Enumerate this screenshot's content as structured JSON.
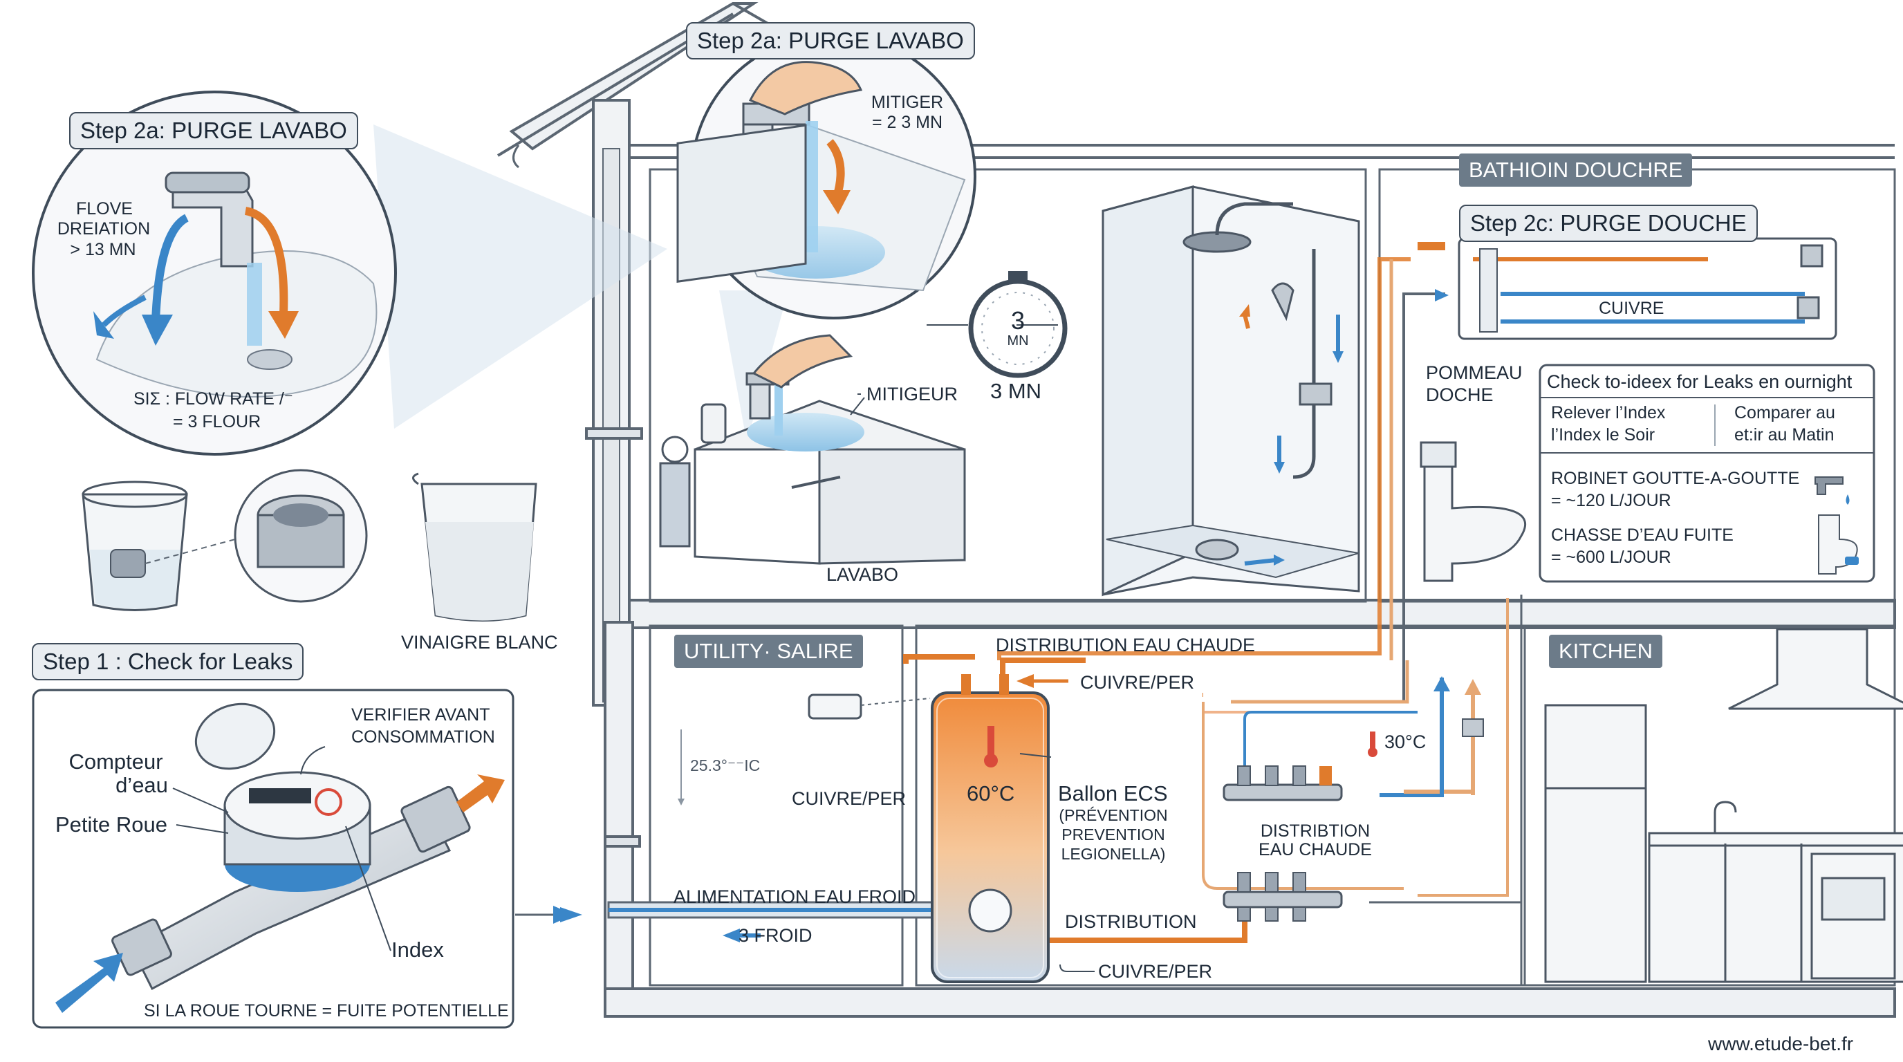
{
  "steps": {
    "step2a_left": "Step 2a: PURGE LAVABO",
    "step2a_top": "Step 2a: PURGE LAVABO",
    "step1": "Step 1 : Check for Leaks",
    "step2c": "Step 2c: PURGE DOUCHE"
  },
  "left_circle": {
    "flow_line1": "FLOVE",
    "flow_line2": "DREIATION",
    "flow_line3": "> 13 MN",
    "rate_line1": "SIƩ : FLOW RATE /⁻",
    "rate_line2": "= 3 FLOUR"
  },
  "top_circle": {
    "mitiger_line1": "MITIGER",
    "mitiger_line2": "= 2 3 MN"
  },
  "vinaigre": "VINAIGRE BLANC",
  "meter": {
    "verifier_line1": "VERIFIER AVANT",
    "verifier_line2": "CONSOMMATION",
    "compteur_line1": "Compteur",
    "compteur_line2": "d’eau",
    "petite_roue": "Petite Roue",
    "index": "Index",
    "footer": "SI LA ROUE TOURNE = FUITE POTENTIELLE"
  },
  "bathroom": {
    "timer_number": "3",
    "timer_unit": "MN",
    "timer_caption": "3 MN",
    "mitigeur": "MITIGEUR",
    "lavabo": "LAVABO",
    "room_tag": "BATHIOIN DOUCHRE",
    "cuivre": "CUIVRE",
    "pommeau_line1": "POMMEAU",
    "pommeau_line2": "DOCHE"
  },
  "leak_box": {
    "title": "Check to-ideex for Leaks en ournight",
    "col1_line1": "Relever l’Index",
    "col1_line2": "l’Index le Soir",
    "col2_line1": "Comparer au",
    "col2_line2": "et:ir au Matin",
    "robinet_line1": "ROBINET GOUTTE-A-GOUTTE",
    "robinet_line2": "= ~120 L/JOUR",
    "chasse_line1": "CHASSE D’EAU FUITE",
    "chasse_line2": "= ~600 L/JOUR"
  },
  "utility": {
    "room_tag": "UTILITY· SALIRE",
    "thermo_reading": "25.3°⁻⁻IC",
    "cuivre_per_left": "CUIVRE/PER",
    "dist_chaude_top": "DISTRIBUTION EAU CHAUDE",
    "cuivre_per_top": "CUIVRE/PER",
    "tank_temp": "60°C",
    "ballon_line1": "Ballon ECS",
    "ballon_line2": "(PRÉVENTION",
    "ballon_line3": "PREVENTION",
    "ballon_line4": "LEGIONELLA)",
    "alimentation": "ALIMENTATION EAU FROID",
    "froid": "3 FROID",
    "distribution": "DISTRIBUTION",
    "cuivre_per_bottom": "CUIVRE/PER",
    "temp_30": "30°C",
    "distribtion_line1": "DISTRIBTION",
    "distribtion_line2": "EAU CHAUDE"
  },
  "kitchen": {
    "room_tag": "KITCHEN"
  },
  "footer_url": "www.etude-bet.fr",
  "colors": {
    "hot_pipe": "#e07b2c",
    "cold_pipe": "#3a86c8",
    "wall": "#5b6672",
    "tag_dark": "#6c7b89"
  }
}
